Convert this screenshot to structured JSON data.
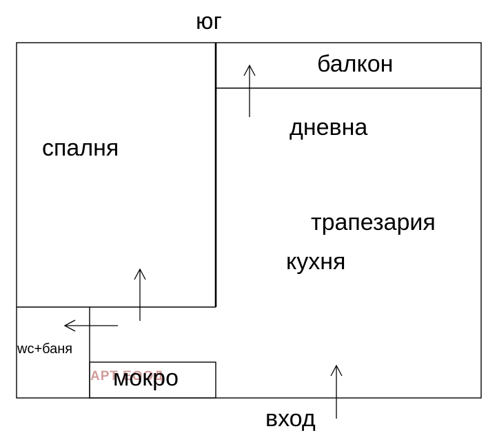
{
  "labels": {
    "south": "юг",
    "balcony": "балкон",
    "living": "дневна",
    "bedroom": "спалня",
    "dining": "трапезария",
    "kitchen": "кухня",
    "wc": "wc+баня",
    "wet": "мокро",
    "entrance": "вход"
  },
  "watermark": "АРТ     ЕООД"
}
